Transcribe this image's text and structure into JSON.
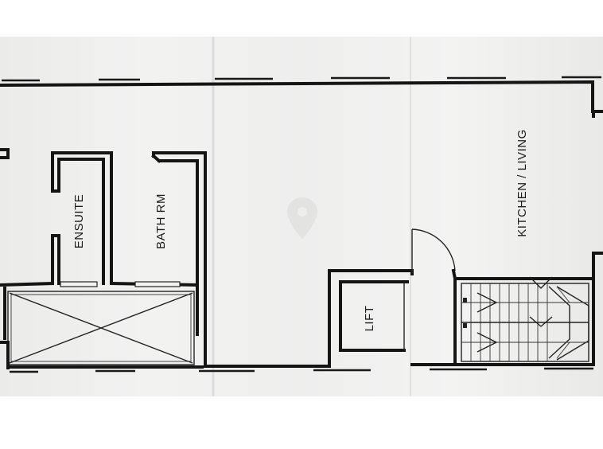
{
  "rooms": {
    "ensuite": "ENSUITE",
    "bath": "BATH RM",
    "lift": "LIFT",
    "kitchen": "KITCHEN / LIVING"
  },
  "colors": {
    "paper": "#f0f0ee",
    "paper_shadow": "#e3e3e1",
    "ink": "#151515",
    "background": "#ffffff"
  },
  "icons": {
    "watermark": "map-pin-icon"
  }
}
